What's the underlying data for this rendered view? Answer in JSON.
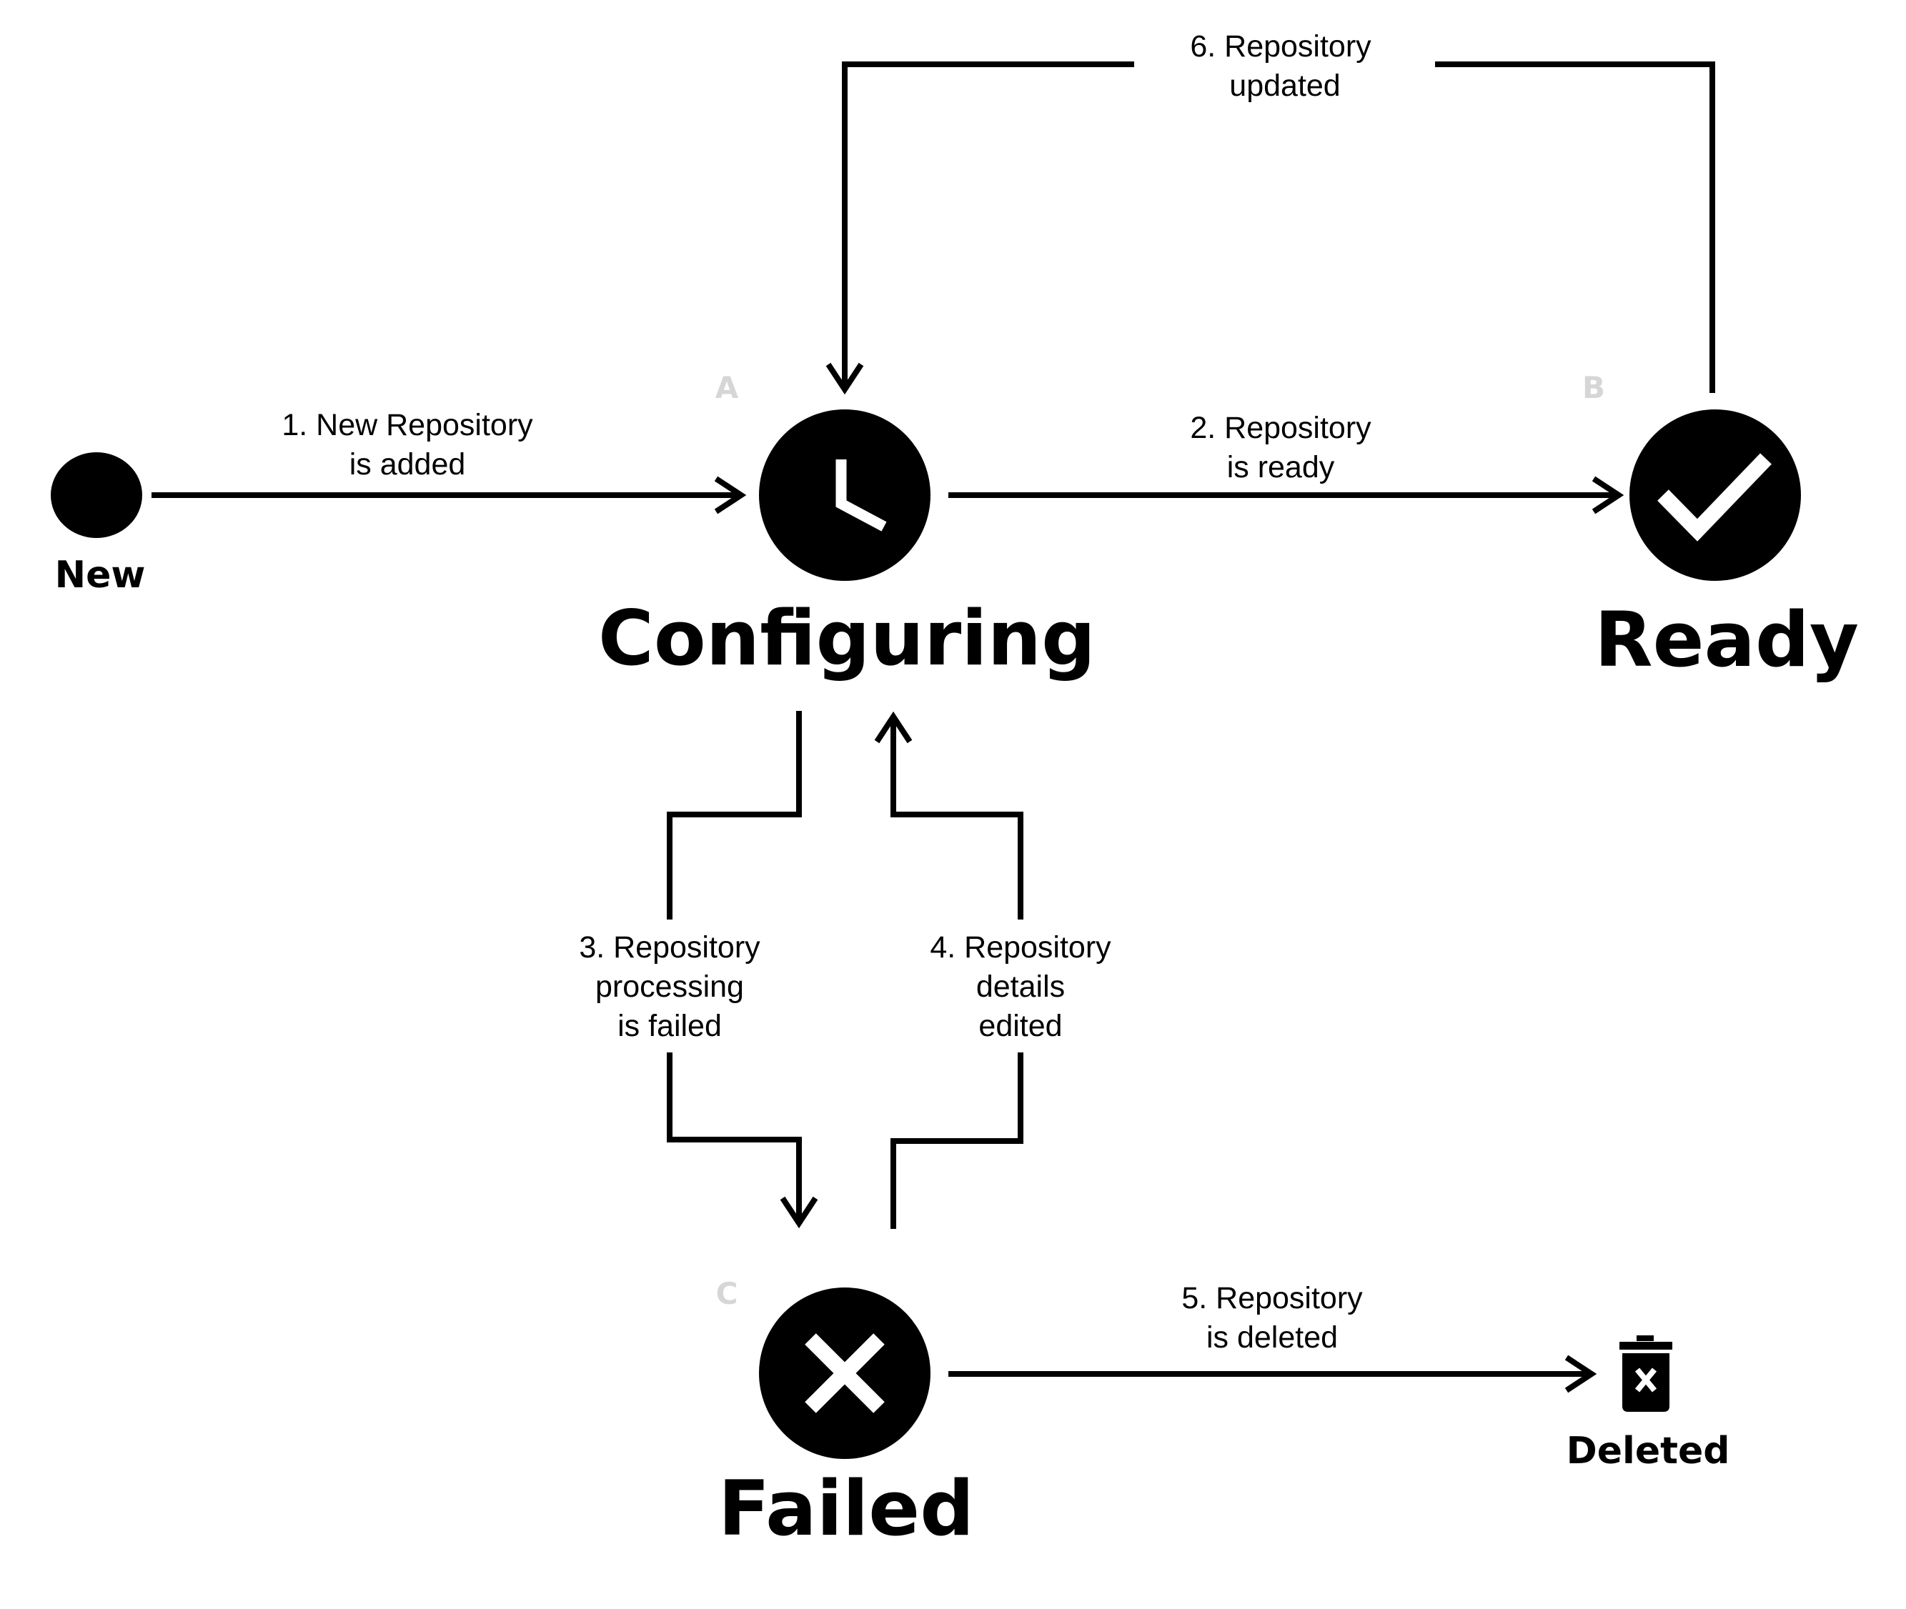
{
  "states": {
    "new": {
      "label": "New",
      "icon": "filled-circle-icon"
    },
    "configuring": {
      "label": "Configuring",
      "letter": "A",
      "icon": "clock-icon"
    },
    "ready": {
      "label": "Ready",
      "letter": "B",
      "icon": "checkmark-icon"
    },
    "failed": {
      "label": "Failed",
      "letter": "C",
      "icon": "x-mark-icon"
    },
    "deleted": {
      "label": "Deleted",
      "icon": "trash-icon"
    }
  },
  "transitions": [
    {
      "lines": [
        "1. New Repository",
        "is added"
      ]
    },
    {
      "lines": [
        "2. Repository",
        "is ready"
      ]
    },
    {
      "lines": [
        "3. Repository",
        "processing",
        "is failed"
      ]
    },
    {
      "lines": [
        "4. Repository",
        "details",
        "edited"
      ]
    },
    {
      "lines": [
        "5. Repository",
        "is deleted"
      ]
    },
    {
      "lines": [
        "6. Repository",
        "updated"
      ]
    }
  ],
  "colors": {
    "stroke": "#000000",
    "node_fill": "#000000",
    "icon_fg": "#ffffff",
    "letter": "#d6d6d6"
  }
}
